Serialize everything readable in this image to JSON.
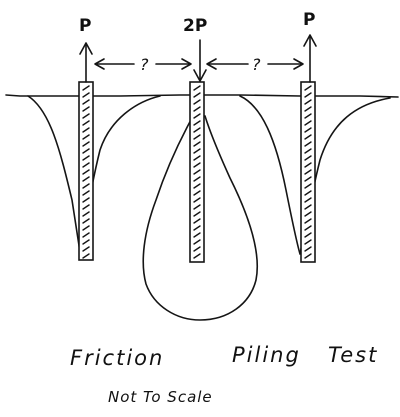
{
  "piles": [
    {
      "id": "left",
      "load_label": "P"
    },
    {
      "id": "center",
      "load_label": "2P"
    },
    {
      "id": "right",
      "load_label": "P"
    }
  ],
  "spacing": {
    "left_to_center": "?",
    "center_to_right": "?"
  },
  "caption": {
    "title_word_1": "Friction",
    "title_word_2": "Piling",
    "title_word_3": "Test",
    "subtitle": "Not To Scale"
  },
  "colors": {
    "ink": "#151515",
    "paper": "#ffffff"
  }
}
